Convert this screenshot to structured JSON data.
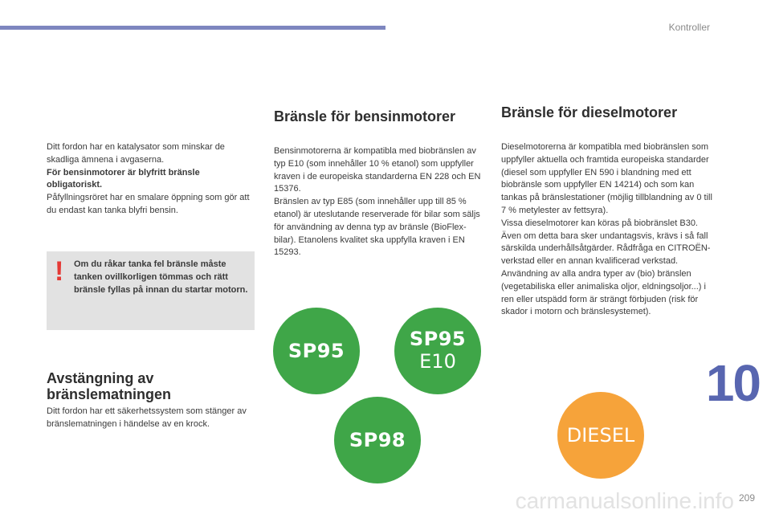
{
  "header": {
    "section": "Kontroller",
    "chapter": "10",
    "page_number": "209",
    "watermark": "carmanualsonline.info"
  },
  "left_column": {
    "intro": [
      {
        "text": "Ditt fordon har en katalysator som minskar de skadliga ämnena i avgaserna.",
        "bold": false
      },
      {
        "text": "För bensinmotorer är blyfritt bränsle obligatoriskt.",
        "bold": true
      },
      {
        "text": "Påfyllningsröret har en smalare öppning som gör att du endast kan tanka blyfri bensin.",
        "bold": false
      }
    ],
    "warning": {
      "icon": "exclamation-icon",
      "text": "Om du råkar tanka fel bränsle måste tanken ovillkorligen tömmas och rätt bränsle fyllas på innan du startar motorn."
    },
    "shutoff": {
      "title": "Avstängning av bränslematningen",
      "text": "Ditt fordon har ett säkerhetssystem som stänger av bränslematningen i händelse av en krock."
    }
  },
  "petrol": {
    "title": "Bränsle för bensinmotorer",
    "paragraphs": [
      "Bensinmotorerna är kompatibla med biobränslen av typ E10 (som innehåller 10 % etanol) som uppfyller kraven i de europeiska standarderna EN 228 och EN 15376.",
      "Bränslen av typ E85 (som innehåller upp till 85 % etanol) är uteslutande reserverade för bilar som säljs för användning av denna typ av bränsle (BioFlex-bilar). Etanolens kvalitet ska uppfylla kraven i EN 15293."
    ],
    "badges": [
      {
        "line1": "SP95",
        "line2": ""
      },
      {
        "line1": "SP95",
        "line2": "E10"
      },
      {
        "line1": "SP98",
        "line2": ""
      }
    ]
  },
  "diesel": {
    "title": "Bränsle för dieselmotorer",
    "paragraphs": [
      "Dieselmotorerna är kompatibla med biobränslen som uppfyller aktuella och framtida europeiska standarder (diesel som uppfyller EN 590 i blandning med ett biobränsle som uppfyller EN 14214) och som kan tankas på bränslestationer (möjlig tillblandning av 0 till 7 % metylester av fettsyra).",
      "Vissa dieselmotorer kan köras på biobränslet B30. Även om detta bara sker undantagsvis, krävs i så fall särskilda underhållsåtgärder. Rådfråga en CITROËN-verkstad eller en annan kvalificerad verkstad.",
      "Användning av alla andra typer av (bio) bränslen (vegetabiliska eller animaliska oljor, eldningsoljor...) i ren eller utspädd form är strängt förbjuden (risk för skador i motorn och bränslesystemet)."
    ],
    "badge": "DIESEL"
  },
  "colors": {
    "accent": "#5866b0",
    "green_badge": "#3fa648",
    "orange_badge": "#f6a33a",
    "warning": "#e53935"
  }
}
